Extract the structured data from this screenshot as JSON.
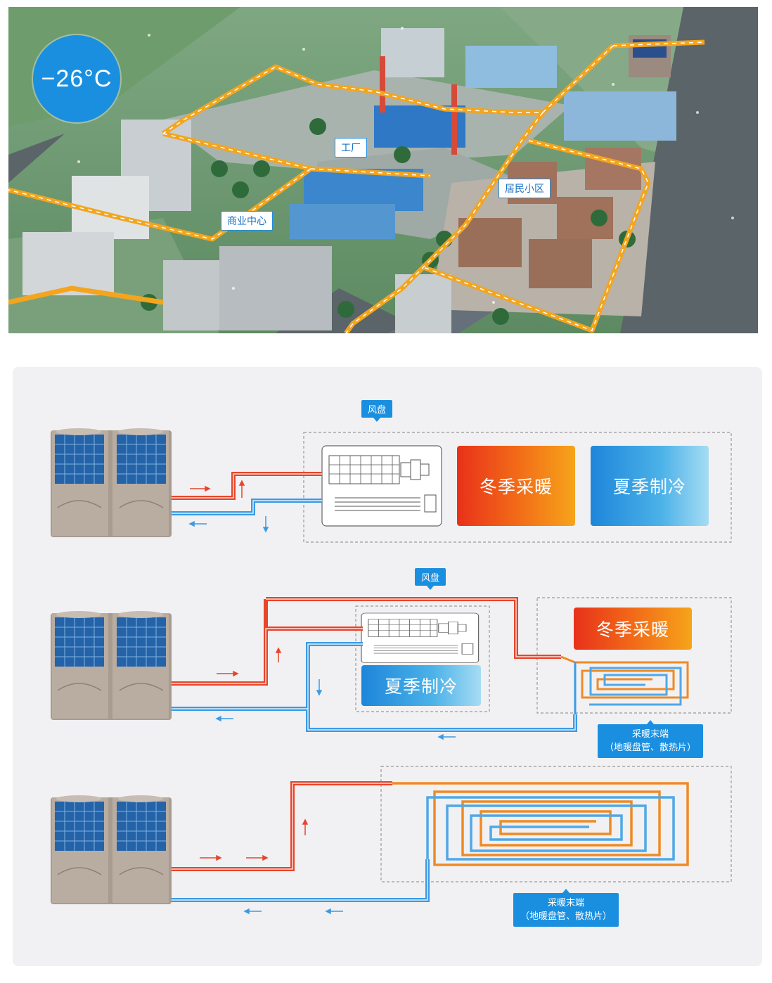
{
  "scene": {
    "temperature": "−26°C",
    "locations": {
      "factory": "工厂",
      "residential": "居民小区",
      "commercial": "商业中心"
    }
  },
  "diagrams": [
    {
      "fan_coil_tag": "风盘",
      "modes": {
        "heating": "冬季采暖",
        "cooling": "夏季制冷"
      }
    },
    {
      "fan_coil_tag": "风盘",
      "modes": {
        "heating": "冬季采暖",
        "cooling": "夏季制冷"
      },
      "terminal_label": "采暖末端",
      "terminal_sub": "（地暖盘管、散热片）"
    },
    {
      "terminal_label": "采暖末端",
      "terminal_sub": "（地暖盘管、散热片）"
    }
  ],
  "colors": {
    "hot_pipe": "#e8452a",
    "cold_pipe": "#3a9be6",
    "accent_blue": "#1a8fe0",
    "road_yellow": "#f3a51e"
  }
}
